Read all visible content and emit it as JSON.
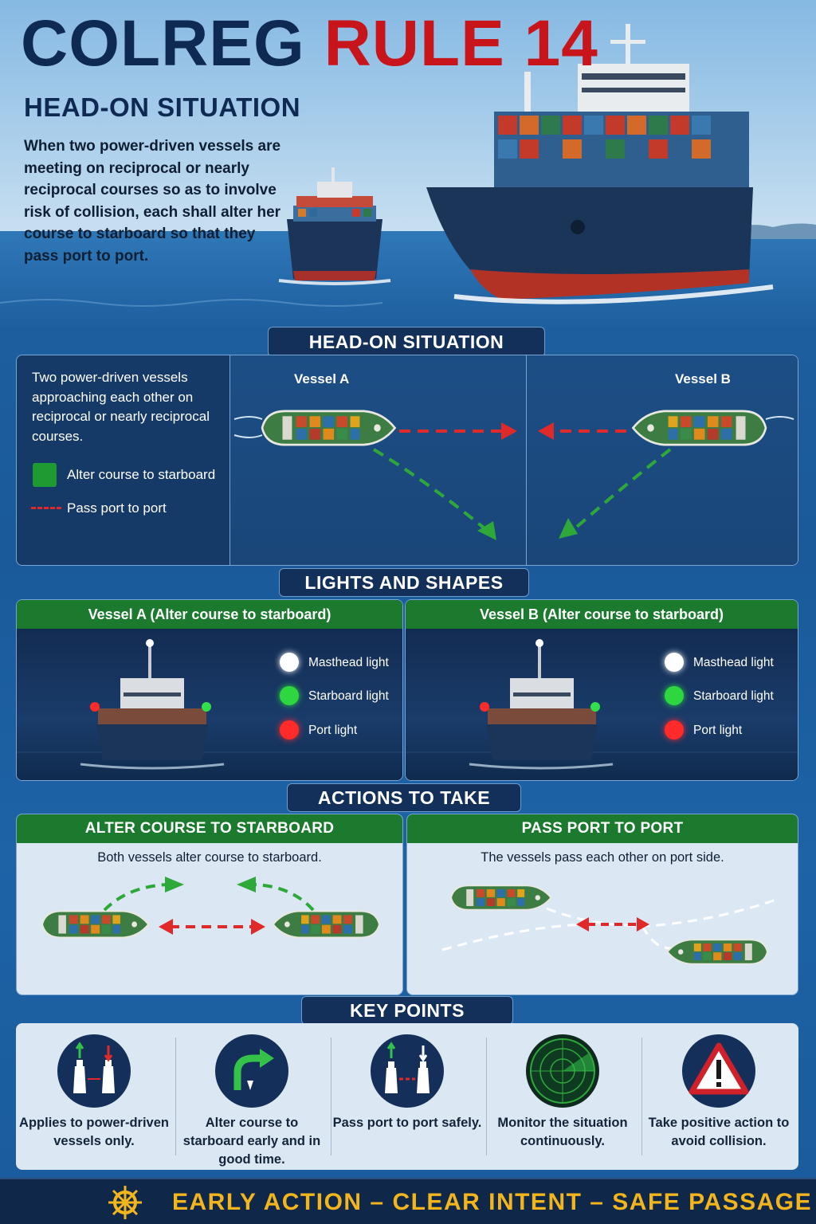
{
  "header": {
    "title_part1": "COLREG",
    "title_part2": "RULE 14",
    "subtitle": "HEAD-ON SITUATION",
    "intro": "When two power-driven vessels are meeting on reciprocal or nearly reciprocal courses so as to involve risk of collision, each shall alter her course to starboard so that they pass port to port."
  },
  "head_on": {
    "section_title": "HEAD-ON SITUATION",
    "description": "Two power-driven vessels approaching each other on reciprocal or nearly reciprocal courses.",
    "legend_starboard": "Alter course to starboard",
    "legend_port": "Pass port to port",
    "vessel_a": "Vessel A",
    "vessel_b": "Vessel B"
  },
  "lights": {
    "section_title": "LIGHTS AND SHAPES",
    "vessel_a_title": "Vessel A (Alter course to starboard)",
    "vessel_b_title": "Vessel B (Alter course to starboard)",
    "masthead": "Masthead light",
    "starboard": "Starboard light",
    "port": "Port light"
  },
  "actions": {
    "section_title": "ACTIONS TO TAKE",
    "starboard_title": "ALTER COURSE TO STARBOARD",
    "starboard_desc": "Both vessels alter course to starboard.",
    "port_title": "PASS PORT TO PORT",
    "port_desc": "The vessels pass each other on port side."
  },
  "key_points": {
    "section_title": "KEY POINTS",
    "items": [
      {
        "text": "Applies to power-driven vessels only.",
        "icon": "vessels-icon"
      },
      {
        "text": "Alter course to starboard early and in good time.",
        "icon": "turn-starboard-icon"
      },
      {
        "text": "Pass port to port safely.",
        "icon": "pass-port-icon"
      },
      {
        "text": "Monitor the situation continuously.",
        "icon": "radar-icon"
      },
      {
        "text": "Take positive action to avoid collision.",
        "icon": "warning-icon"
      }
    ]
  },
  "footer": {
    "text": "EARLY ACTION – CLEAR INTENT – SAFE PASSAGE",
    "icon": "ship-wheel-icon"
  },
  "colors": {
    "navy": "#13305a",
    "green": "#1b7a2e",
    "red": "#c8151b",
    "gold": "#f2b51c"
  }
}
